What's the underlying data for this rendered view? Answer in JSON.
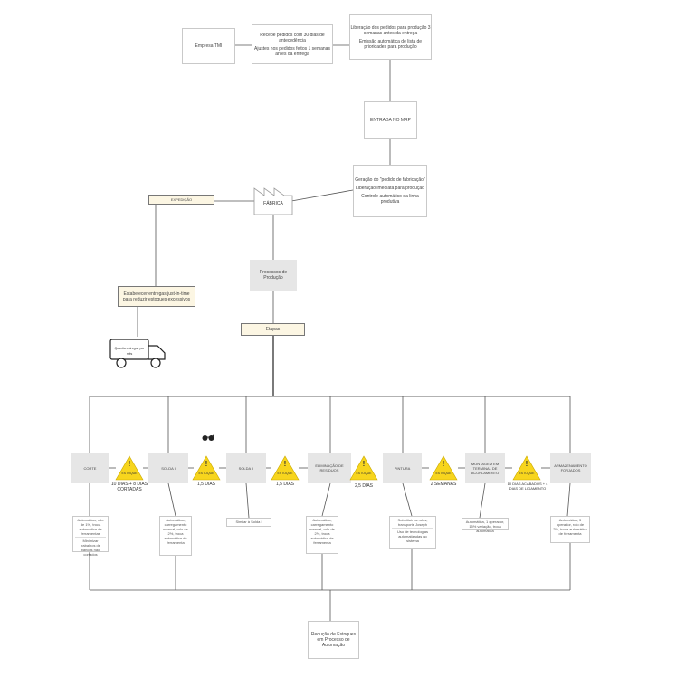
{
  "empresa": "Empresa TMI",
  "recebe": [
    "Recebe pedidos com 30 dias de antecedência",
    "Ajustes nos pedidos feitos 1 semanas antes da entrega"
  ],
  "liberacao": [
    "Liberação dos pedidos para produção 3 semanas antes da entrega",
    "Emissão automática de lista de prioridades para produção"
  ],
  "mrp": "ENTRADA NO MRP",
  "geracao": [
    "Geração do \"pedido de fabricação\"",
    "Liberação imediata para produção",
    "Controle automático da linha produtiva"
  ],
  "fabrica": "FÁBRICA",
  "expedicao": "EXPEDIÇÃO",
  "estabelecer": "Estabelecer entregas just-in-time para reduzir estoques excessivos",
  "truck": "Quantia entregue por mês",
  "processos": "Processos de Produção",
  "etapas": "Etapas",
  "steps": [
    {
      "name": "CORTE",
      "note": [
        "Automática, rolo de 1%, troca automática de ferramentas",
        "Minimizar trabalhos de bancos não cortados"
      ]
    },
    {
      "name": "SOLDA I",
      "note": [
        "Automática, carregamento manual, rolo de 2%, troca automática de ferramenta"
      ]
    },
    {
      "name": "SOLDA II",
      "note": [
        "Similar à Solda I"
      ]
    },
    {
      "name": "ELIMINAÇÃO DE RESÍDUOS",
      "note": [
        "Automática, carregamento manual, rolo de 2%, troca automática de ferramenta"
      ]
    },
    {
      "name": "PINTURA",
      "note": [
        "Substituir os rolos, transporte Joseph",
        "Uso de tecnologias automatizadas no sistema"
      ]
    },
    {
      "name": "MONTAGEM EM TERMINAL DE ACOPLAMENTO",
      "note": [
        "Automática, 1 operador, 15% variação, troca automática"
      ]
    },
    {
      "name": "ARMAZENAMENTO FORJADOS",
      "note": [
        "Automática, 3 operador, rolo de 2%, troca automática de ferramenta"
      ]
    }
  ],
  "estoques": [
    {
      "label": "ESTOQUE",
      "time": "10 DIAS + 8 DIAS CORTADAS"
    },
    {
      "label": "ESTOQUE",
      "time": "1,5 DIAS"
    },
    {
      "label": "ESTOQUE",
      "time": "1,5 DIAS"
    },
    {
      "label": "ESTOQUE",
      "time": "2,5 DIAS"
    },
    {
      "label": "ESTOQUE",
      "time": "2 SEMANAS"
    },
    {
      "label": "ESTOQUE",
      "time": "10 DIAS ACABADOS + 4 DIAS DE LIGAMENTO"
    }
  ],
  "reducao": "Redução de Estoques em Processo de Automação",
  "colors": {
    "warning": "#f7d51d",
    "grey_box": "#e6e6e6",
    "cream": "#fcf6e3",
    "line": "#333333"
  }
}
